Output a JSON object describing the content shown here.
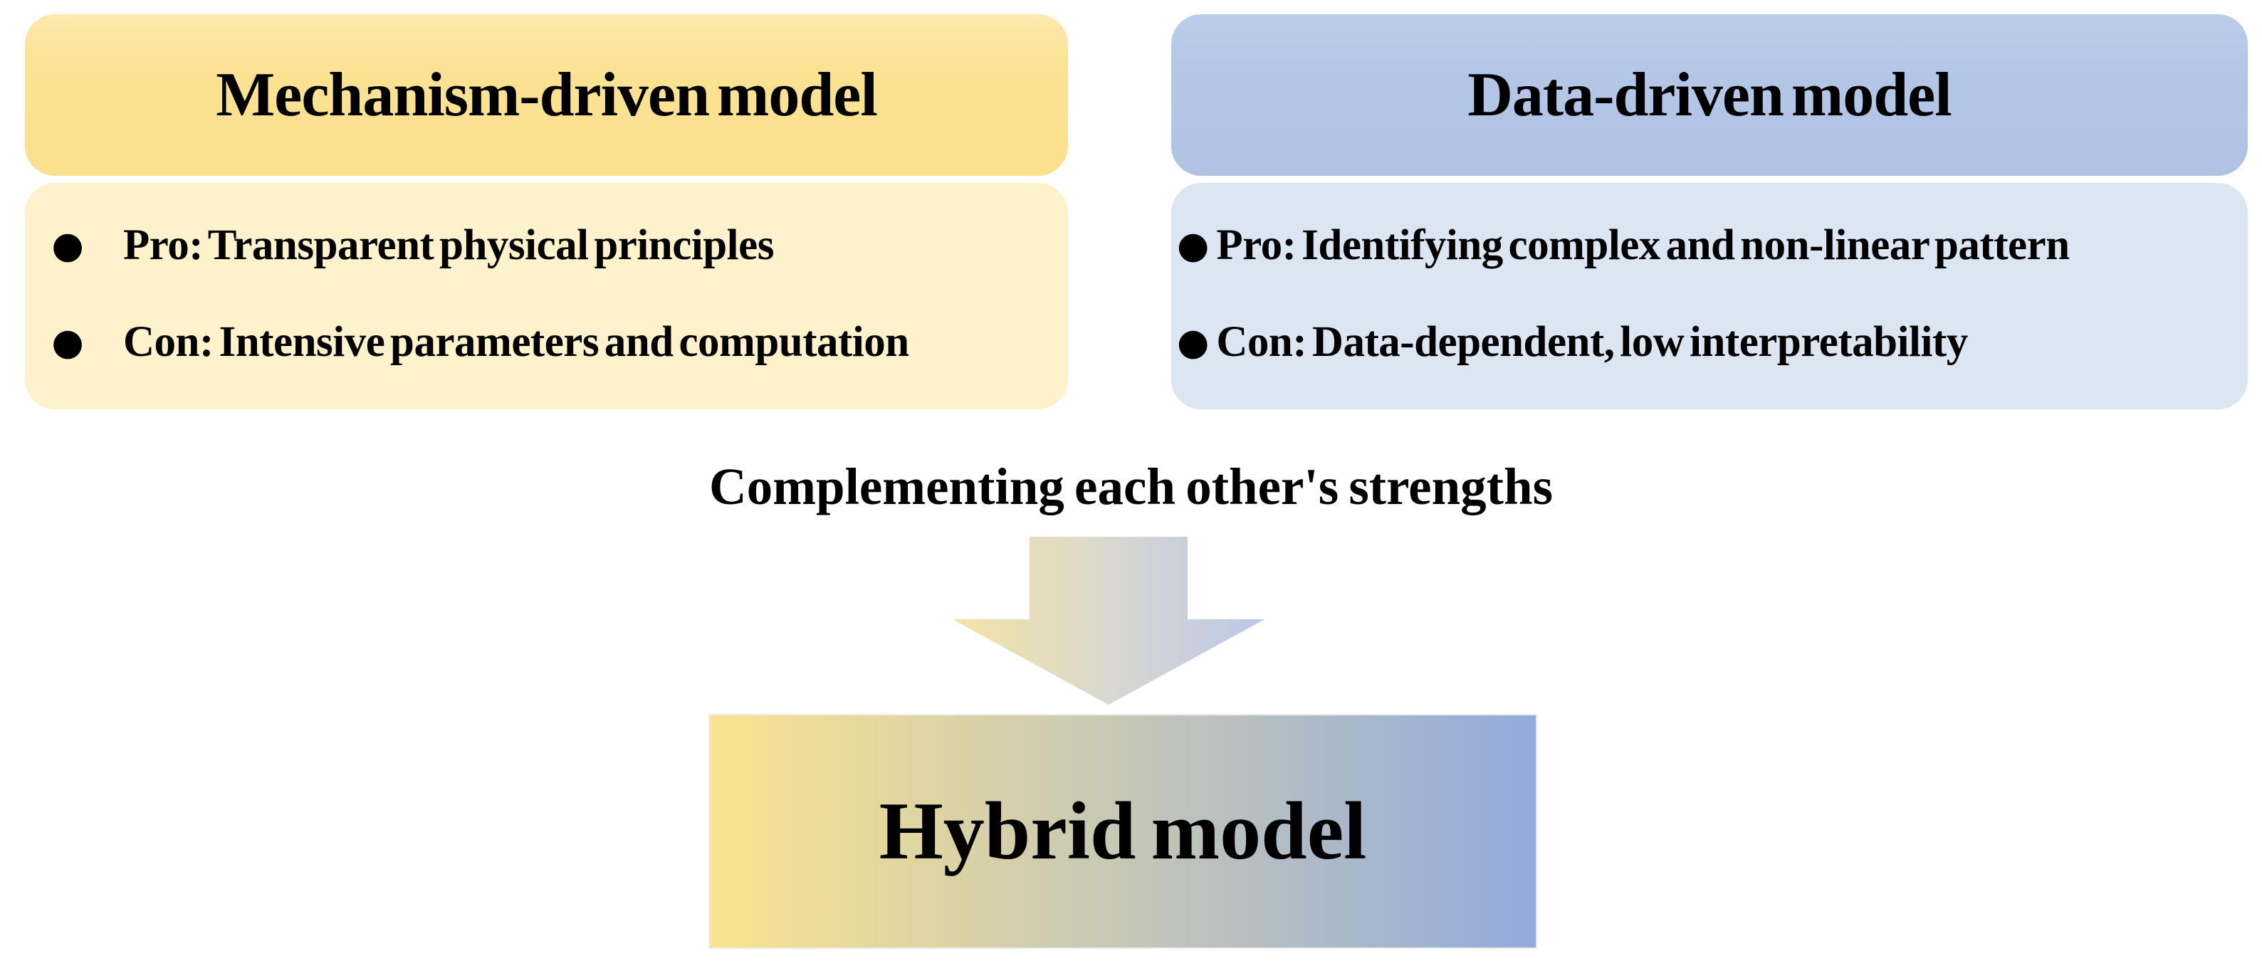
{
  "figure": {
    "background_color": "#FFFFFF",
    "mechanism_box": {
      "title": "Mechanism-driven model",
      "header_color": "#FBE294",
      "body_color": "#FEF2CD",
      "items": [
        {
          "bullet": "●",
          "text": "Pro: Transparent physical principles"
        },
        {
          "bullet": "●",
          "text": "Con: Intensive parameters and computation"
        }
      ]
    },
    "data_box": {
      "title": "Data-driven model",
      "header_color": "#B4C7E7",
      "body_color": "#DCE6F3",
      "items": [
        {
          "bullet": "●",
          "text": "Pro: Identifying complex and non-linear pattern"
        },
        {
          "bullet": "●",
          "text": "Con: Data-dependent, low interpretability"
        }
      ]
    },
    "connector_label": "Complementing each other's strengths",
    "arrow": {
      "direction": "down",
      "gradient_left": "#F3E3A4",
      "gradient_mid": "#D9D8CF",
      "gradient_right": "#BAC8E8"
    },
    "hybrid_box": {
      "label": "Hybrid model",
      "gradient_left": "#FAE38F",
      "gradient_right": "#92ABDC"
    }
  }
}
